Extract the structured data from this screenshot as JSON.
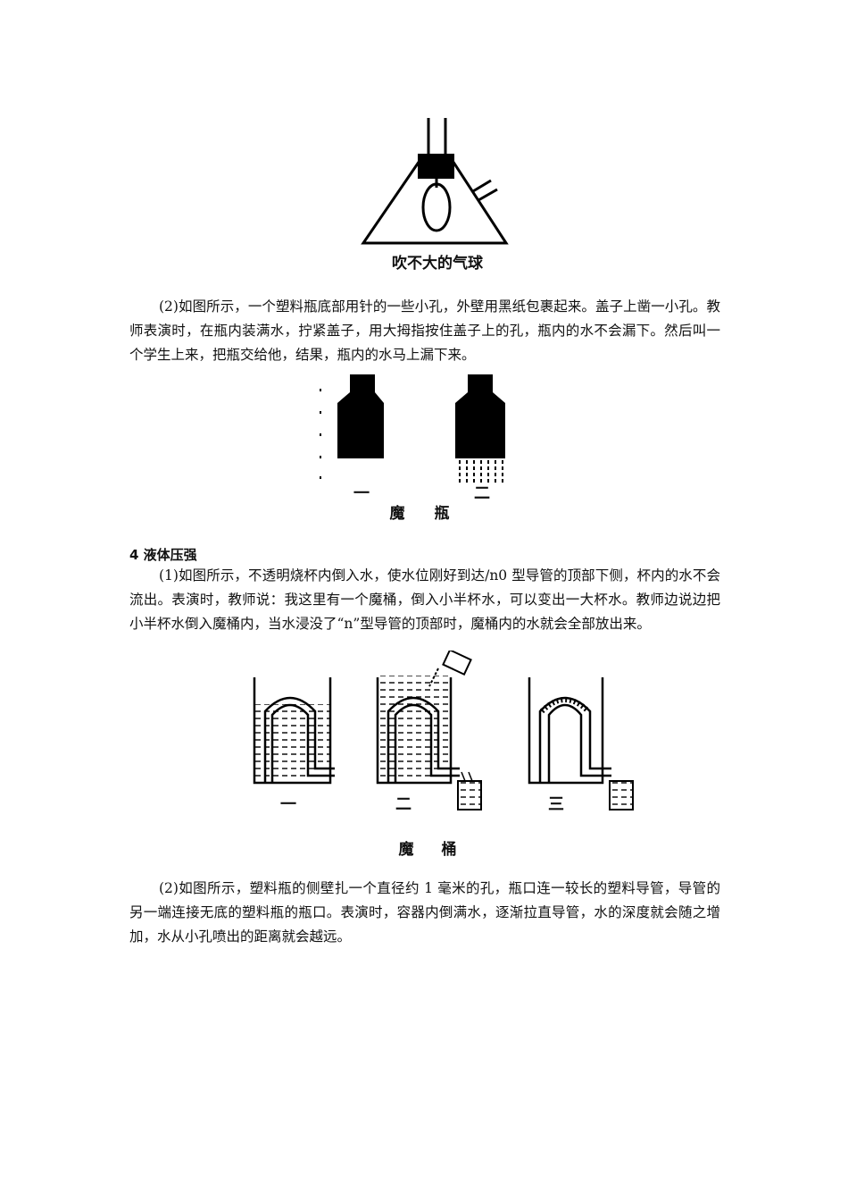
{
  "figure1": {
    "caption": "吹不大的气球",
    "icon": "flask-balloon-icon"
  },
  "para1": "(2)如图所示，一个塑料瓶底部用针的一些小孔，外壁用黑纸包裹起来。盖子上凿一小孔。教师表演时，在瓶内装满水，拧紧盖子，用大拇指按住盖子上的孔，瓶内的水不会漏下。然后叫一个学生上来，把瓶交给他，结果，瓶内的水马上漏下来。",
  "figure2": {
    "label_left": "一",
    "label_right": "二",
    "caption_a": "魔",
    "caption_b": "瓶",
    "icon": "magic-bottle-icon"
  },
  "section4": {
    "heading": "4 液体压强"
  },
  "para2": "(1)如图所示，不透明烧杯内倒入水，使水位刚好到达/n0 型导管的顶部下侧，杯内的水不会流出。表演时，教师说：我这里有一个魔桶，倒入小半杯水，可以变出一大杯水。教师边说边把小半杯水倒入魔桶内，当水浸没了“n”型导管的顶部时，魔桶内的水就会全部放出来。",
  "figure3": {
    "label_1": "一",
    "label_2": "二",
    "label_3": "三",
    "caption_a": "魔",
    "caption_b": "桶",
    "icon": "magic-bucket-icon"
  },
  "para3": "(2)如图所示，塑料瓶的侧壁扎一个直径约 1 毫米的孔，瓶口连一较长的塑料导管，导管的另一端连接无底的塑料瓶的瓶口。表演时，容器内倒满水，逐渐拉直导管，水的深度就会随之增加，水从小孔喷出的距离就会越远。"
}
